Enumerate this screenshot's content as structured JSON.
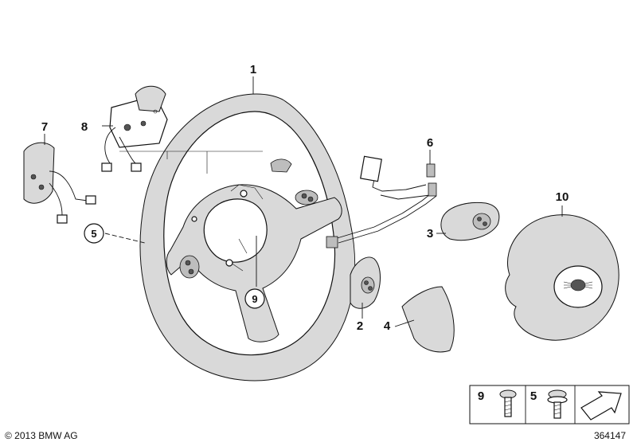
{
  "callouts": {
    "c1": "1",
    "c2": "2",
    "c3": "3",
    "c4": "4",
    "c5": "5",
    "c6": "6",
    "c7": "7",
    "c8": "8",
    "c9": "9",
    "c10": "10"
  },
  "legend": {
    "item_a": "9",
    "item_b": "5"
  },
  "footer": {
    "copyright": "© 2013 BMW AG",
    "diagram_number": "364147"
  },
  "icons": {
    "logo": "mini-wing-logo-icon",
    "arrow": "navigation-arrow-icon"
  },
  "colors": {
    "line": "#111111",
    "shade": "#d9d9d9",
    "background": "#ffffff"
  }
}
